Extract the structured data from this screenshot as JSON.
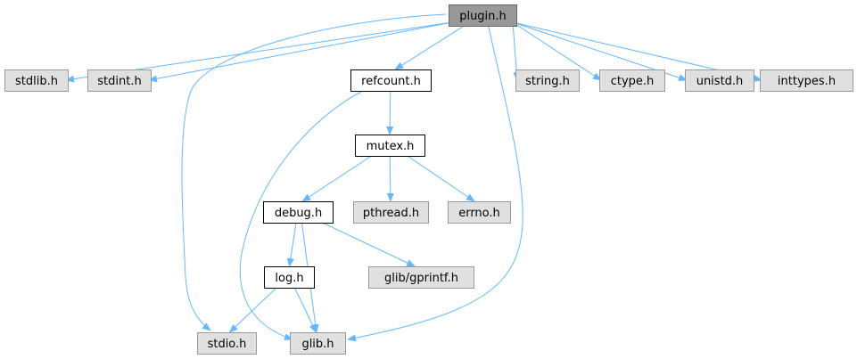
{
  "colors": {
    "root_fill": "#999999",
    "root_stroke": "#666666",
    "project_fill": "#ffffff",
    "project_stroke": "#000000",
    "system_fill": "#e0e0e0",
    "system_stroke": "#999999",
    "edge": "#63b8ff"
  },
  "nodes": [
    {
      "id": "plugin",
      "label": "plugin.h",
      "kind": "root"
    },
    {
      "id": "stdlib",
      "label": "stdlib.h",
      "kind": "system"
    },
    {
      "id": "stdint",
      "label": "stdint.h",
      "kind": "system"
    },
    {
      "id": "refcount",
      "label": "refcount.h",
      "kind": "project"
    },
    {
      "id": "string",
      "label": "string.h",
      "kind": "system"
    },
    {
      "id": "ctype",
      "label": "ctype.h",
      "kind": "system"
    },
    {
      "id": "unistd",
      "label": "unistd.h",
      "kind": "system"
    },
    {
      "id": "inttypes",
      "label": "inttypes.h",
      "kind": "system"
    },
    {
      "id": "mutex",
      "label": "mutex.h",
      "kind": "project"
    },
    {
      "id": "debug",
      "label": "debug.h",
      "kind": "project"
    },
    {
      "id": "pthread",
      "label": "pthread.h",
      "kind": "system"
    },
    {
      "id": "errno",
      "label": "errno.h",
      "kind": "system"
    },
    {
      "id": "log",
      "label": "log.h",
      "kind": "project"
    },
    {
      "id": "gprintf",
      "label": "glib/gprintf.h",
      "kind": "system"
    },
    {
      "id": "stdio",
      "label": "stdio.h",
      "kind": "system"
    },
    {
      "id": "glib",
      "label": "glib.h",
      "kind": "system"
    }
  ],
  "edges": [
    {
      "from": "plugin",
      "to": "stdlib"
    },
    {
      "from": "plugin",
      "to": "stdint"
    },
    {
      "from": "plugin",
      "to": "refcount"
    },
    {
      "from": "plugin",
      "to": "string"
    },
    {
      "from": "plugin",
      "to": "ctype"
    },
    {
      "from": "plugin",
      "to": "unistd"
    },
    {
      "from": "plugin",
      "to": "inttypes"
    },
    {
      "from": "plugin",
      "to": "stdio"
    },
    {
      "from": "plugin",
      "to": "glib"
    },
    {
      "from": "refcount",
      "to": "mutex"
    },
    {
      "from": "refcount",
      "to": "glib"
    },
    {
      "from": "mutex",
      "to": "debug"
    },
    {
      "from": "mutex",
      "to": "pthread"
    },
    {
      "from": "mutex",
      "to": "errno"
    },
    {
      "from": "debug",
      "to": "log"
    },
    {
      "from": "debug",
      "to": "gprintf"
    },
    {
      "from": "debug",
      "to": "glib"
    },
    {
      "from": "log",
      "to": "stdio"
    },
    {
      "from": "log",
      "to": "glib"
    }
  ]
}
